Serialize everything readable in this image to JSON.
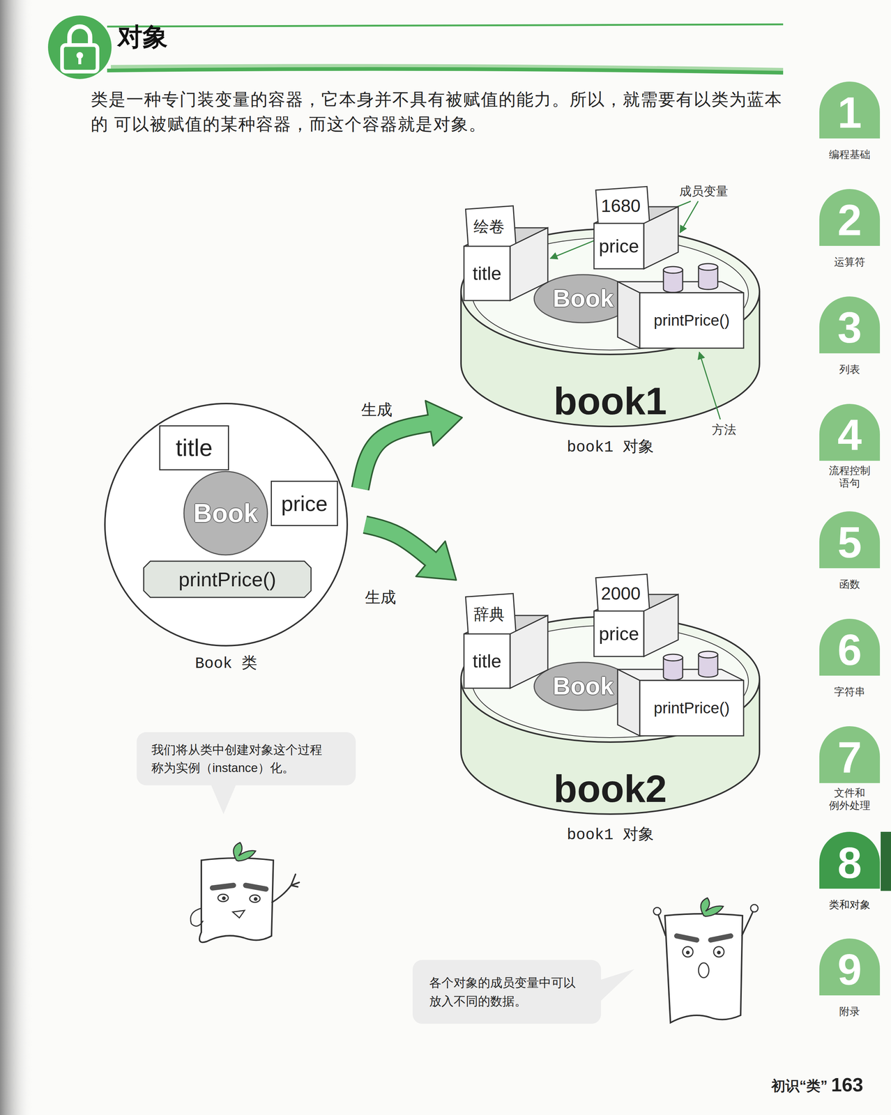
{
  "diagram": {
    "title": "对象",
    "nodes": [
      {
        "text": [
          "Book 类"
        ]
      },
      {
        "text": [
          "title"
        ],
        "in": 0
      },
      {
        "text": [
          "Book"
        ],
        "in": 0
      },
      {
        "text": [
          "price"
        ],
        "in": 0
      },
      {
        "text": [
          "printPrice()"
        ],
        "in": 0
      },
      {
        "text": [
          "book1",
          "book1 对象"
        ]
      },
      {
        "text": [
          "Book"
        ],
        "in": 5
      },
      {
        "text": [
          "绘卷",
          "title"
        ],
        "in": 5
      },
      {
        "text": [
          "1680",
          "price"
        ],
        "in": 5
      },
      {
        "text": [
          "printPrice()"
        ],
        "in": 5
      },
      {
        "text": [
          "book2",
          "book1 对象"
        ]
      },
      {
        "text": [
          "Book"
        ],
        "in": 10
      },
      {
        "text": [
          "辞典",
          "title"
        ],
        "in": 10
      },
      {
        "text": [
          "2000",
          "price"
        ],
        "in": 10
      },
      {
        "text": [
          "printPrice()"
        ],
        "in": 10
      },
      {
        "text": [
          "我们将从类中创建对象这个过程 称为实例（instance）化。"
        ]
      },
      {
        "text": [
          "各个对象的成员变量中可以 放入不同的数据。"
        ]
      },
      {
        "text": [
          "1",
          "编程基础"
        ]
      },
      {
        "text": [
          "2",
          "运算符"
        ]
      },
      {
        "text": [
          "3",
          "列表"
        ]
      },
      {
        "text": [
          "4",
          "流程控制 语句"
        ]
      },
      {
        "text": [
          "5",
          "函数"
        ]
      },
      {
        "text": [
          "6",
          "字符串"
        ]
      },
      {
        "text": [
          "7",
          "文件和 例外处理"
        ]
      },
      {
        "text": [
          "8",
          "类和对象"
        ]
      },
      {
        "text": [
          "9",
          "附录"
        ]
      }
    ],
    "edges": [
      {
        "from": 0,
        "to": 5,
        "arrow": "to",
        "label": "生成"
      },
      {
        "from": 0,
        "to": 10,
        "arrow": "to",
        "label": "生成"
      }
    ],
    "labels": [
      "类是一种专门装变量的容器，它本身并不具有被赋值的能力。所以，就需要有以类为蓝本的 可以被赋值的某种容器，而这个容器就是对象。",
      "成员变量",
      "方法",
      "初识“类”",
      "163"
    ]
  }
}
